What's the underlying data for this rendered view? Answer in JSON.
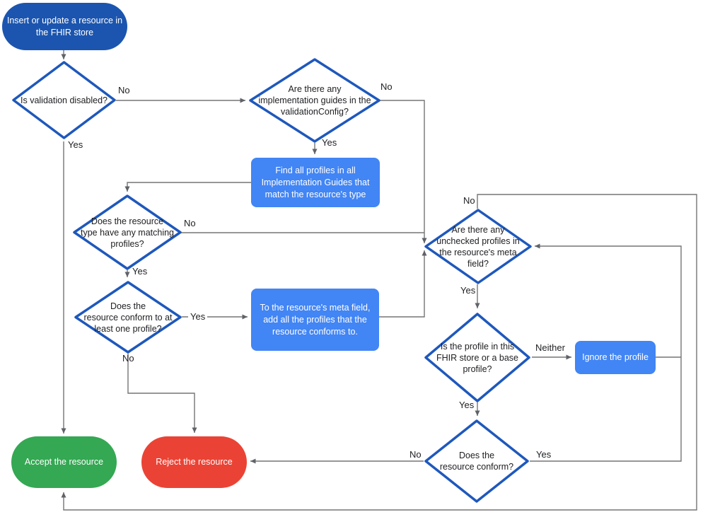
{
  "nodes": {
    "start": {
      "label": "Insert or update a resource in\nthe FHIR store"
    },
    "validation_disabled": {
      "label": "Is validation disabled?"
    },
    "implementation_guides": {
      "label": "Are there any\nimplementation guides in the\nvalidationConfig?"
    },
    "find_profiles": {
      "label": "Find all profiles in all\nImplementation Guides that\nmatch the resource's type"
    },
    "matching_profiles": {
      "label": "Does the resource\ntype have any matching\nprofiles?"
    },
    "conform_one": {
      "label": "Does the\nresource conform to at\nleast one profile?"
    },
    "add_profiles": {
      "label": "To the resource's meta field,\nadd all the profiles that the\nresource conforms to."
    },
    "unchecked_profiles": {
      "label": "Are there any\nunchecked profiles in\nthe resource's meta\nfield?"
    },
    "profile_in_store": {
      "label": "Is the profile in this\nFHIR store or a base\nprofile?"
    },
    "ignore_profile": {
      "label": "Ignore the profile"
    },
    "resource_conform": {
      "label": "Does the\nresource conform?"
    },
    "accept": {
      "label": "Accept the resource"
    },
    "reject": {
      "label": "Reject the resource"
    }
  },
  "edges": {
    "validation_disabled_no": "No",
    "validation_disabled_yes": "Yes",
    "implementation_guides_no": "No",
    "implementation_guides_yes": "Yes",
    "matching_profiles_no": "No",
    "matching_profiles_yes": "Yes",
    "conform_one_yes": "Yes",
    "conform_one_no": "No",
    "unchecked_profiles_no": "No",
    "unchecked_profiles_yes": "Yes",
    "profile_in_store_neither": "Neither",
    "profile_in_store_yes": "Yes",
    "resource_conform_no": "No",
    "resource_conform_yes": "Yes"
  },
  "colors": {
    "node_blue_dark": "#1b55af",
    "node_blue": "#4285f4",
    "diamond_stroke": "#1e58bc",
    "diamond_fill": "#ffffff",
    "accept_green": "#34a853",
    "reject_red": "#ea4335",
    "connector_gray": "#757575",
    "arrow_gray": "#5f6368",
    "text_dark": "#202124"
  }
}
